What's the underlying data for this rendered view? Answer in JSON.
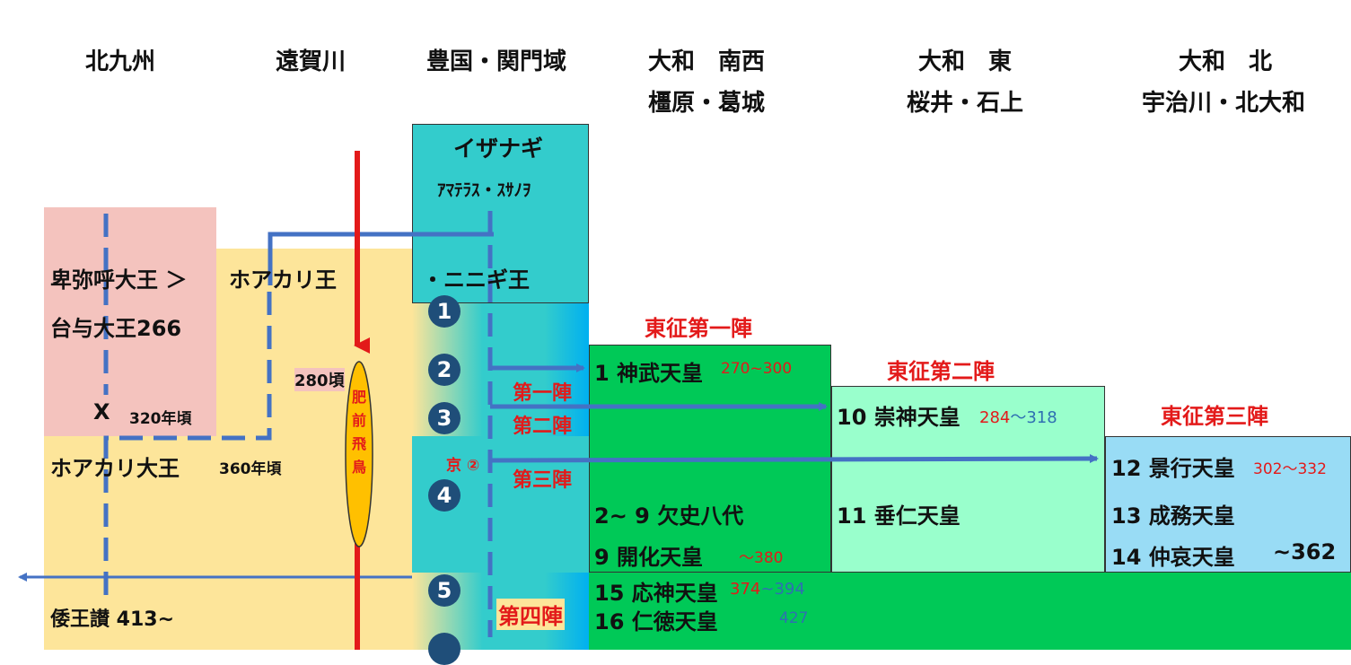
{
  "headers": {
    "kitakyushu": "北九州",
    "ongagawa": "遠賀川",
    "toyokuni": "豊国・関門域",
    "yamato_nansei_1": "大和　南西",
    "yamato_nansei_2": "橿原・葛城",
    "yamato_higashi_1": "大和　東",
    "yamato_higashi_2": "桜井・石上",
    "yamato_kita_1": "大和　北",
    "yamato_kita_2": "宇治川・北大和"
  },
  "left": {
    "himiko": "卑弥呼大王 ＞",
    "toyo": "台与大王266",
    "x_mark": "X",
    "x_date": "320年頃",
    "hoakari_daiou": "ホアカリ大王",
    "hoakari_date": "360年頃",
    "wao": "倭王讃 413~"
  },
  "onga": {
    "hoakari_ou": "ホアカリ王",
    "year280": "280頃",
    "asuka": [
      "肥",
      "前",
      "飛",
      "鳥"
    ]
  },
  "toyokuni": {
    "izanagi": "イザナギ",
    "amaterasu": "ｱﾏﾃﾗｽ・ｽｻﾉｦ",
    "ninigi": "・ニニギ王",
    "kyo": "京 ②",
    "circles": [
      "1",
      "2",
      "3",
      "4",
      "5"
    ]
  },
  "campaigns": {
    "first_title": "東征第一陣",
    "second_title": "東征第二陣",
    "third_title": "東征第三陣",
    "first_label": "第一陣",
    "second_label": "第二陣",
    "third_label": "第三陣",
    "fourth_label": "第四陣"
  },
  "emperors": {
    "jimmu": "1 神武天皇",
    "jimmu_years": "270~300",
    "kesshi": "2~ 9 欠史八代",
    "kaika": "9 開化天皇",
    "kaika_years": "～380",
    "sujin": "10 崇神天皇",
    "sujin_start": "284",
    "sujin_end": "～318",
    "suinin": "11 垂仁天皇",
    "keiko": "12 景行天皇",
    "keiko_years": "302～332",
    "seimu": "13 成務天皇",
    "chuai": "14 仲哀天皇",
    "chuai_years": "~362",
    "ojin": "15 応神天皇",
    "ojin_start": "374",
    "ojin_end": "~394",
    "nintoku": "16 仁徳天皇",
    "nintoku_years": "427"
  },
  "colors": {
    "pink": "#f4c3be",
    "yellow": "#fde59a",
    "teal": "#33cccc",
    "green": "#00c957",
    "mint": "#99ffcc",
    "lightblue": "#99dcf5",
    "line_blue": "#4472c4",
    "red": "#e31a1a",
    "orange": "#ffc000"
  }
}
